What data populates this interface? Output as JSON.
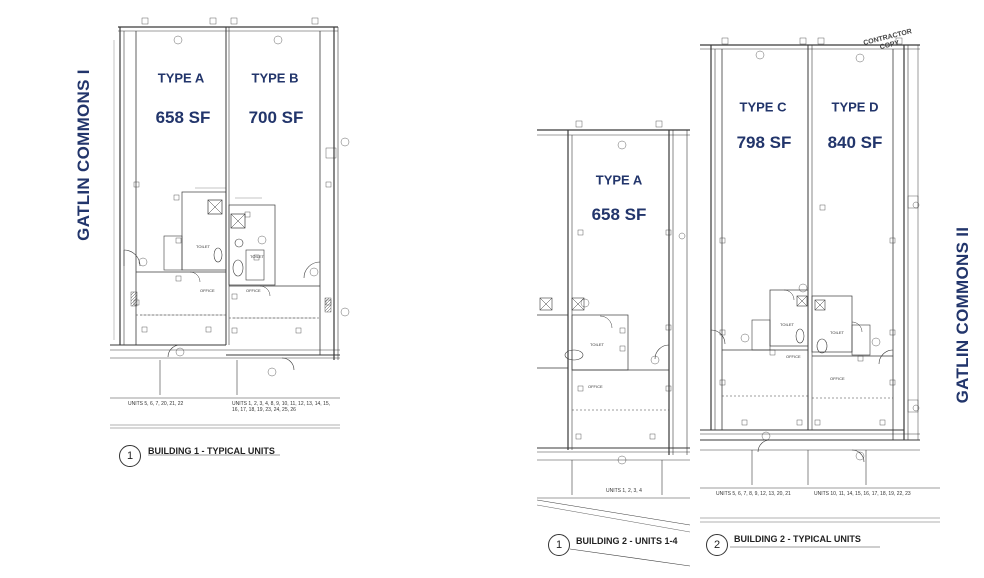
{
  "titles": {
    "left": "GATLIN COMMONS I",
    "right": "GATLIN COMMONS II"
  },
  "plans": {
    "building1": {
      "units": [
        {
          "type": "TYPE A",
          "sf": "658 SF"
        },
        {
          "type": "TYPE B",
          "sf": "700 SF"
        }
      ],
      "unit_numbers_a": "UNITS 5, 6, 7, 20, 21, 22",
      "unit_numbers_b": "UNITS 1, 2, 3, 4, 8, 9, 10, 11, 12, 13, 14, 15, 16, 17, 18, 19, 23, 24, 25, 26",
      "caption_num": "1",
      "caption": "BUILDING 1 - TYPICAL UNITS"
    },
    "building2_units14": {
      "units": [
        {
          "type": "TYPE A",
          "sf": "658 SF"
        }
      ],
      "unit_numbers": "UNITS 1, 2, 3, 4",
      "caption_num": "1",
      "caption": "BUILDING 2 - UNITS 1-4"
    },
    "building2_typical": {
      "units": [
        {
          "type": "TYPE C",
          "sf": "798 SF"
        },
        {
          "type": "TYPE D",
          "sf": "840 SF"
        }
      ],
      "unit_numbers_c": "UNITS 5, 6, 7, 8, 9, 12, 13, 20, 21",
      "unit_numbers_d": "UNITS 10, 11, 14, 15, 16, 17, 18, 19, 22, 23",
      "caption_num": "2",
      "caption": "BUILDING 2 - TYPICAL UNITS"
    }
  },
  "room_labels": {
    "toilet": "TOILET",
    "office": "OFFICE"
  },
  "stamp": "CONTRACTOR\nCOPY",
  "colors": {
    "title": "#22356b",
    "line": "#3a3a3a"
  }
}
